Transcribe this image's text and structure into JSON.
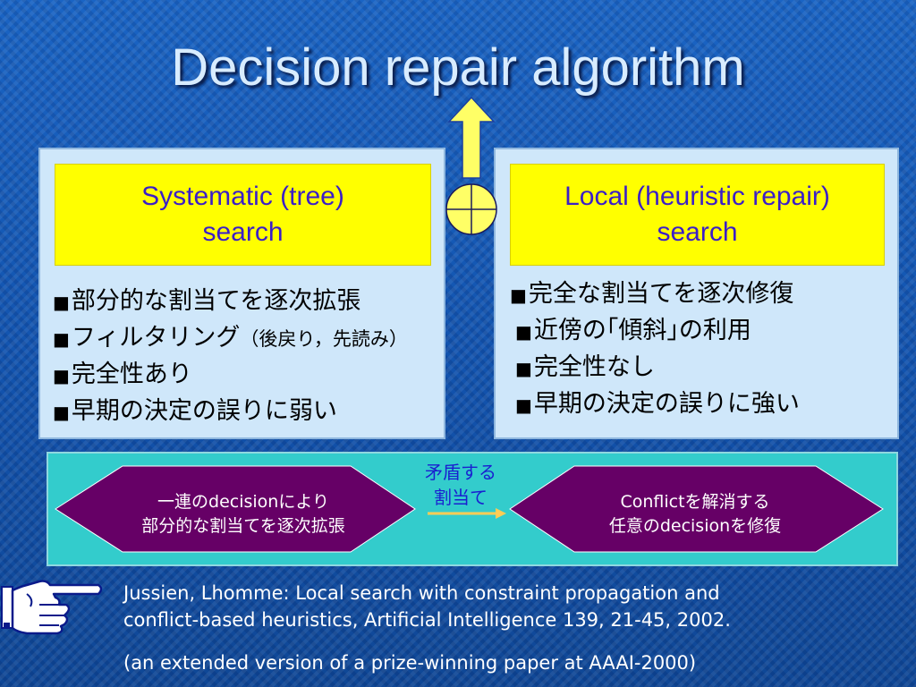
{
  "title": "Decision repair algorithm",
  "left_panel": {
    "heading_line1": "Systematic (tree)",
    "heading_line2": "search",
    "items": [
      {
        "bullet": "■",
        "text": "部分的な割当てを逐次拡張",
        "suffix": ""
      },
      {
        "bullet": "■",
        "text": "フィルタリング",
        "suffix": "（後戻り，先読み）"
      },
      {
        "bullet": "■",
        "text": "完全性あり",
        "suffix": ""
      },
      {
        "bullet": "■",
        "text": "早期の決定の誤りに弱い",
        "suffix": ""
      }
    ]
  },
  "right_panel": {
    "heading_line1": "Local (heuristic repair)",
    "heading_line2": "search",
    "items": [
      {
        "bullet": "■",
        "text": "完全な割当てを逐次修復"
      },
      {
        "bullet": "■",
        "text": "近傍の｢傾斜｣の利用"
      },
      {
        "bullet": "■",
        "text": "完全性なし"
      },
      {
        "bullet": "■",
        "text": "早期の決定の誤りに強い"
      }
    ]
  },
  "flow": {
    "left_line1": "一連のdecisionにより",
    "left_line2": "部分的な割当てを逐次拡張",
    "conflict_line1": "矛盾する",
    "conflict_line2": "割当て",
    "right_line1": "Conflictを解消する",
    "right_line2": "任意のdecisionを修復"
  },
  "reference": {
    "line1": "Jussien, Lhomme: Local search with constraint propagation and",
    "line2": "conflict-based heuristics, Artificial Intelligence 139, 21-45, 2002.",
    "line3": "(an extended version of a prize-winning paper at AAAI-2000)"
  },
  "colors": {
    "background": "#1457b0",
    "panel": "#cfe7fa",
    "heading_box": "#ffff00",
    "heading_text": "#3b1ec8",
    "flow_panel": "#33cccc",
    "hexagon": "#660066",
    "arrow": "#ffff66",
    "conflict_text": "#1a20d0"
  },
  "icons": [
    "up-arrow-icon",
    "plus-circle-icon",
    "pointing-hand-icon",
    "right-arrow-icon"
  ]
}
